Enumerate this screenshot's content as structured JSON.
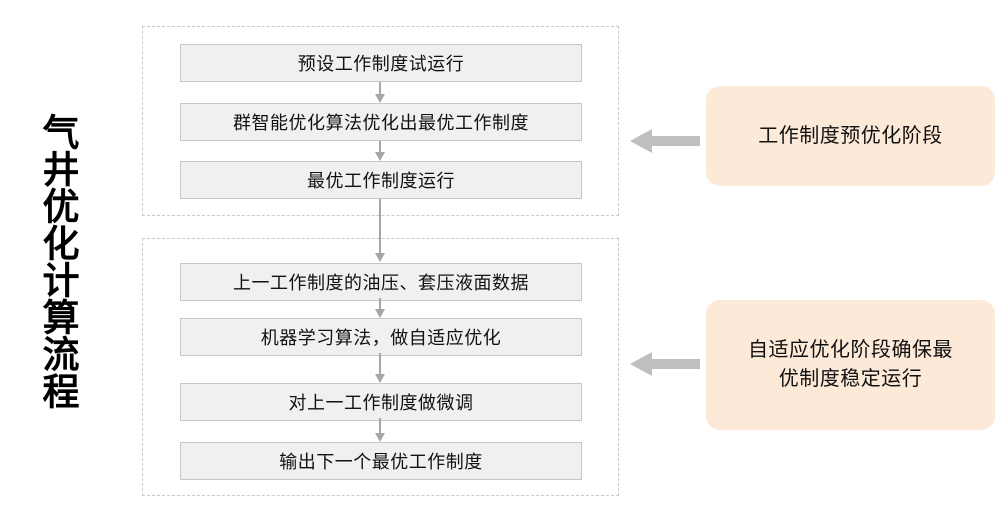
{
  "diagram": {
    "side_title": "气井优化计算流程"
  },
  "stages": [
    {
      "id": "pre-optimization",
      "label": "工作制度预优化阶段",
      "label_lines": [
        "工作制度预优化阶段"
      ],
      "arrow_icon": "arrow-left-icon",
      "steps": [
        "预设工作制度试运行",
        "群智能优化算法优化出最优工作制度",
        "最优工作制度运行"
      ]
    },
    {
      "id": "adaptive-optimization",
      "label": "自适应优化阶段确保最优制度稳定运行",
      "label_lines": [
        "自适应优化阶段确保最",
        "优制度稳定运行"
      ],
      "arrow_icon": "arrow-left-icon",
      "steps": [
        "上一工作制度的油压、套压液面数据",
        "机器学习算法，做自适应优化",
        "对上一工作制度做微调",
        "输出下一个最优工作制度"
      ]
    }
  ],
  "colors": {
    "box_fill": "#f0f0f0",
    "box_border": "#c6c6c6",
    "group_border": "#c9c9c9",
    "connector": "#a6a6a6",
    "stage_label_fill": "#fce9d8",
    "arrow_fill": "#bfbfbf",
    "text": "#111111",
    "background": "#ffffff"
  }
}
